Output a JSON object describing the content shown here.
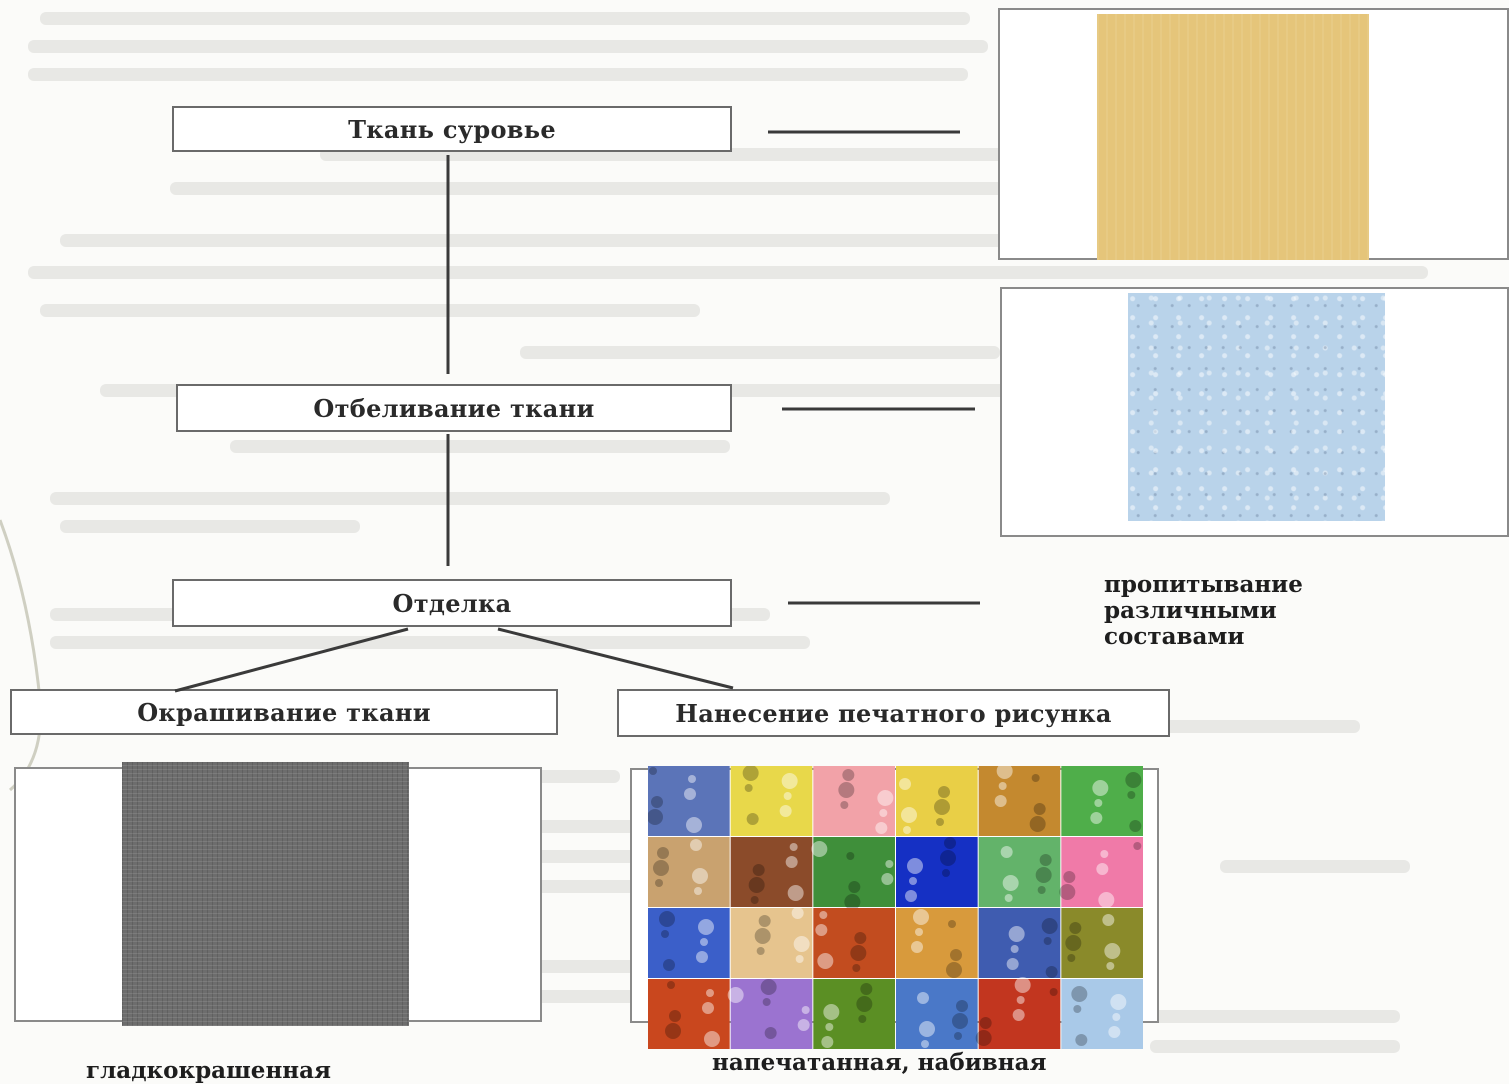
{
  "diagram": {
    "nodes": {
      "raw": {
        "label": "Ткань суровье"
      },
      "bleach": {
        "label": "Отбеливание ткани"
      },
      "finish": {
        "label": "Отделка"
      },
      "dye": {
        "label": "Окрашивание ткани"
      },
      "print": {
        "label": "Нанесение печатного рисунка"
      }
    },
    "captions": {
      "finish_sample": "пропитывание различными составами",
      "dye_sample": "гладкокрашенная",
      "print_sample": "напечатанная, набивная"
    },
    "samples": {
      "raw": {
        "color": "#e5c57a"
      },
      "bleach": {
        "color": "#b9d3ea"
      },
      "dye": {
        "color": "#6d6d6d"
      },
      "print": {
        "colors": [
          "#5b74b8",
          "#e8d84a",
          "#f2a2a8",
          "#e9cf46",
          "#c4892f",
          "#4fae4a",
          "#c9a26f",
          "#8b4b2a",
          "#3f8f3a",
          "#1530c4",
          "#63b36a",
          "#f07aa8",
          "#3b5fc9",
          "#e6c48e",
          "#c24c1f",
          "#d89a3c",
          "#3f5cb0",
          "#8a8a2a",
          "#c9471e",
          "#9b73d0",
          "#5b8f24",
          "#4a78c8",
          "#c2361f",
          "#a9c9e8"
        ]
      }
    }
  },
  "colors": {
    "box_border": "#6a6a6a",
    "connector": "#3a3a3a",
    "background": "#fbfbf9"
  }
}
